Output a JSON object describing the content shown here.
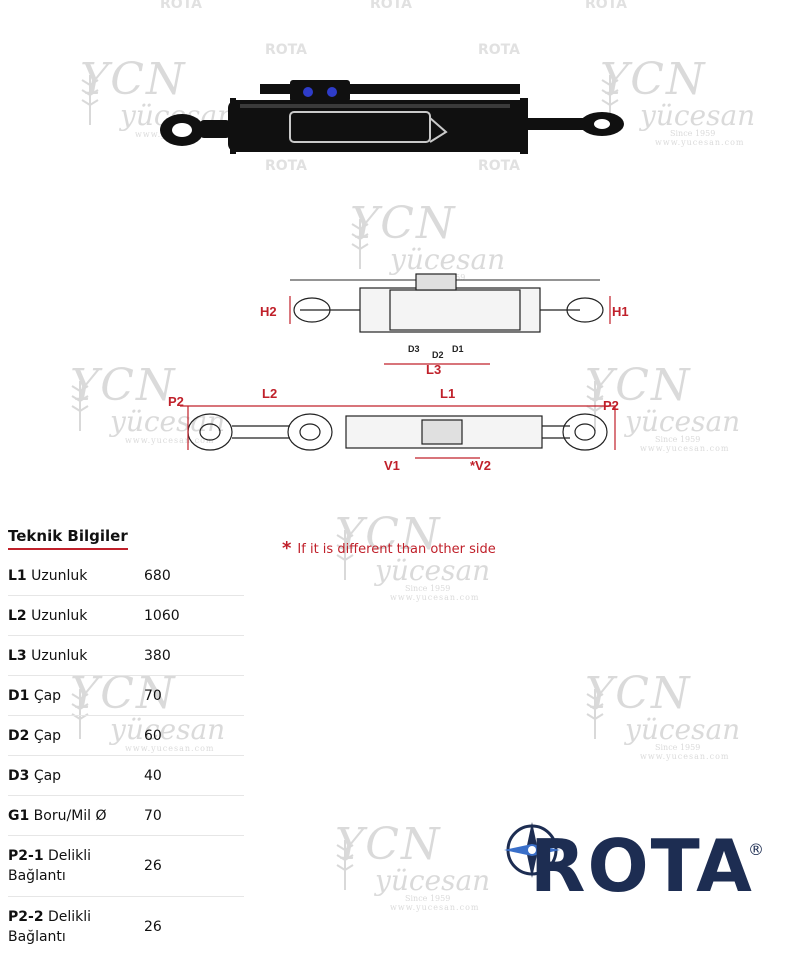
{
  "watermark": {
    "brand_big": "YCN",
    "brand_mid": "yücesan",
    "since": "Since 1959",
    "url": "www.yucesan.com",
    "rota": "ROTA"
  },
  "diagram": {
    "labels": {
      "H1": "H1",
      "H2": "H2",
      "D1": "D1",
      "D2": "D2",
      "D3": "D3",
      "L3": "L3",
      "L1": "L1",
      "L2": "L2",
      "P2a": "P2",
      "P2b": "P2",
      "V1": "V1",
      "V2": "*V2"
    }
  },
  "note": {
    "star": "*",
    "text": "If it is different than other side"
  },
  "spec": {
    "title": "Teknik Bilgiler",
    "rows": [
      {
        "key_bold": "L1",
        "key_rest": " Uzunluk",
        "value": "680"
      },
      {
        "key_bold": "L2",
        "key_rest": " Uzunluk",
        "value": "1060"
      },
      {
        "key_bold": "L3",
        "key_rest": " Uzunluk",
        "value": "380"
      },
      {
        "key_bold": "D1",
        "key_rest": " Çap",
        "value": "70"
      },
      {
        "key_bold": "D2",
        "key_rest": " Çap",
        "value": "60"
      },
      {
        "key_bold": "D3",
        "key_rest": " Çap",
        "value": "40"
      },
      {
        "key_bold": "G1",
        "key_rest": " Boru/Mil Ø",
        "value": "70"
      },
      {
        "key_bold": "P2-1",
        "key_rest": " Delikli Bağlantı",
        "value": "26"
      },
      {
        "key_bold": "P2-2",
        "key_rest": " Delikli Bağlantı",
        "value": "26"
      }
    ]
  },
  "logo": {
    "text": "ROTA",
    "reg": "®"
  },
  "colors": {
    "accent_red": "#c0202a",
    "logo_navy": "#1d2d52",
    "cylinder_black": "#101010"
  }
}
